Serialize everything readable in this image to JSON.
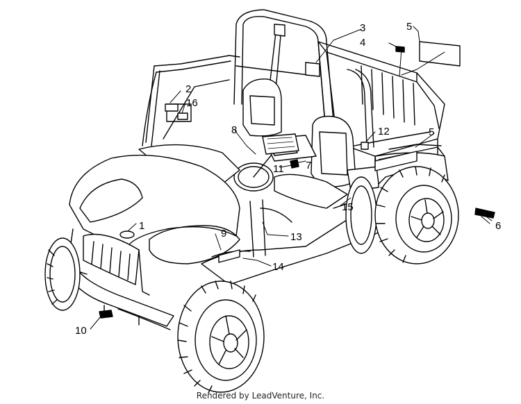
{
  "diagram": {
    "callouts": [
      "1",
      "2",
      "3",
      "4",
      "5",
      "5",
      "6",
      "7",
      "8",
      "9",
      "10",
      "11",
      "12",
      "13",
      "14",
      "15",
      "16"
    ]
  },
  "footer": {
    "credit": "Rendered by LeadVenture, Inc."
  },
  "colors": {
    "line": "#000000",
    "fill": "#ffffff",
    "watermark": "#e6e6e6"
  }
}
